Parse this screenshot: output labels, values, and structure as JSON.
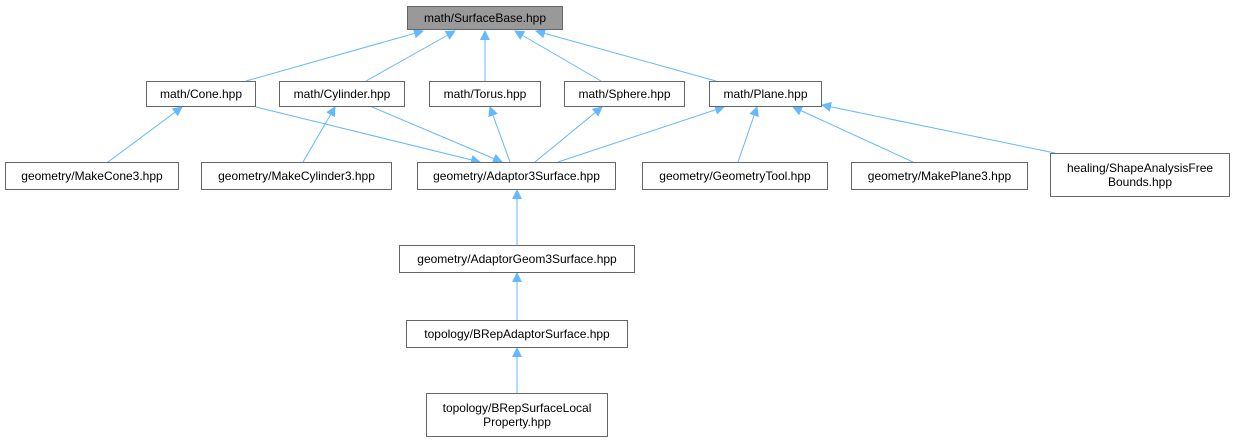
{
  "graph": {
    "edge_color": "#63b8ff",
    "root_fill": "#999999",
    "node_fill": "#ffffff",
    "node_border": "#666666",
    "nodes": {
      "root": "math/SurfaceBase.hpp",
      "cone": "math/Cone.hpp",
      "cylinder": "math/Cylinder.hpp",
      "torus": "math/Torus.hpp",
      "sphere": "math/Sphere.hpp",
      "plane": "math/Plane.hpp",
      "makecone3": "geometry/MakeCone3.hpp",
      "makecylinder3": "geometry/MakeCylinder3.hpp",
      "adaptor3surface": "geometry/Adaptor3Surface.hpp",
      "geometrytool": "geometry/GeometryTool.hpp",
      "makeplane3": "geometry/MakePlane3.hpp",
      "shapeanalysis": "healing/ShapeAnalysisFree\nBounds.hpp",
      "adaptorgeom3surface": "geometry/AdaptorGeom3Surface.hpp",
      "brepadaptorsurface": "topology/BRepAdaptorSurface.hpp",
      "brepsurfacelocal": "topology/BRepSurfaceLocal\nProperty.hpp"
    }
  }
}
